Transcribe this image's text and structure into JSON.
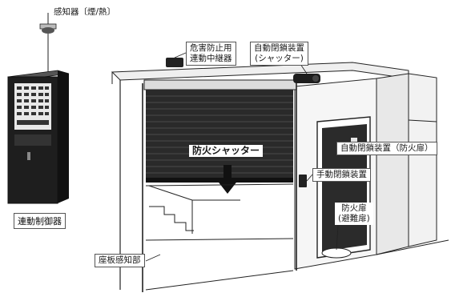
{
  "labels": {
    "detector": "感知器〔煙/熱〕",
    "control_panel": "連動制御器",
    "repeater_line1": "危害防止用",
    "repeater_line2": "連動中継器",
    "shutter_closer_line1": "自動閉鎖装置",
    "shutter_closer_line2": "(シャッター)",
    "door_closer": "自動閉鎖装置（防火扉）",
    "manual_closer": "手動閉鎖装置",
    "fire_shutter": "防火シャッター",
    "fire_door_line1": "防火扉",
    "fire_door_line2": "(避難扉)",
    "seat_sensor": "座板感知部"
  },
  "colors": {
    "line": "#222222",
    "shutter": "#2a2a2a",
    "panel": "#1e1e1e",
    "wall": "#f4f4f4"
  }
}
